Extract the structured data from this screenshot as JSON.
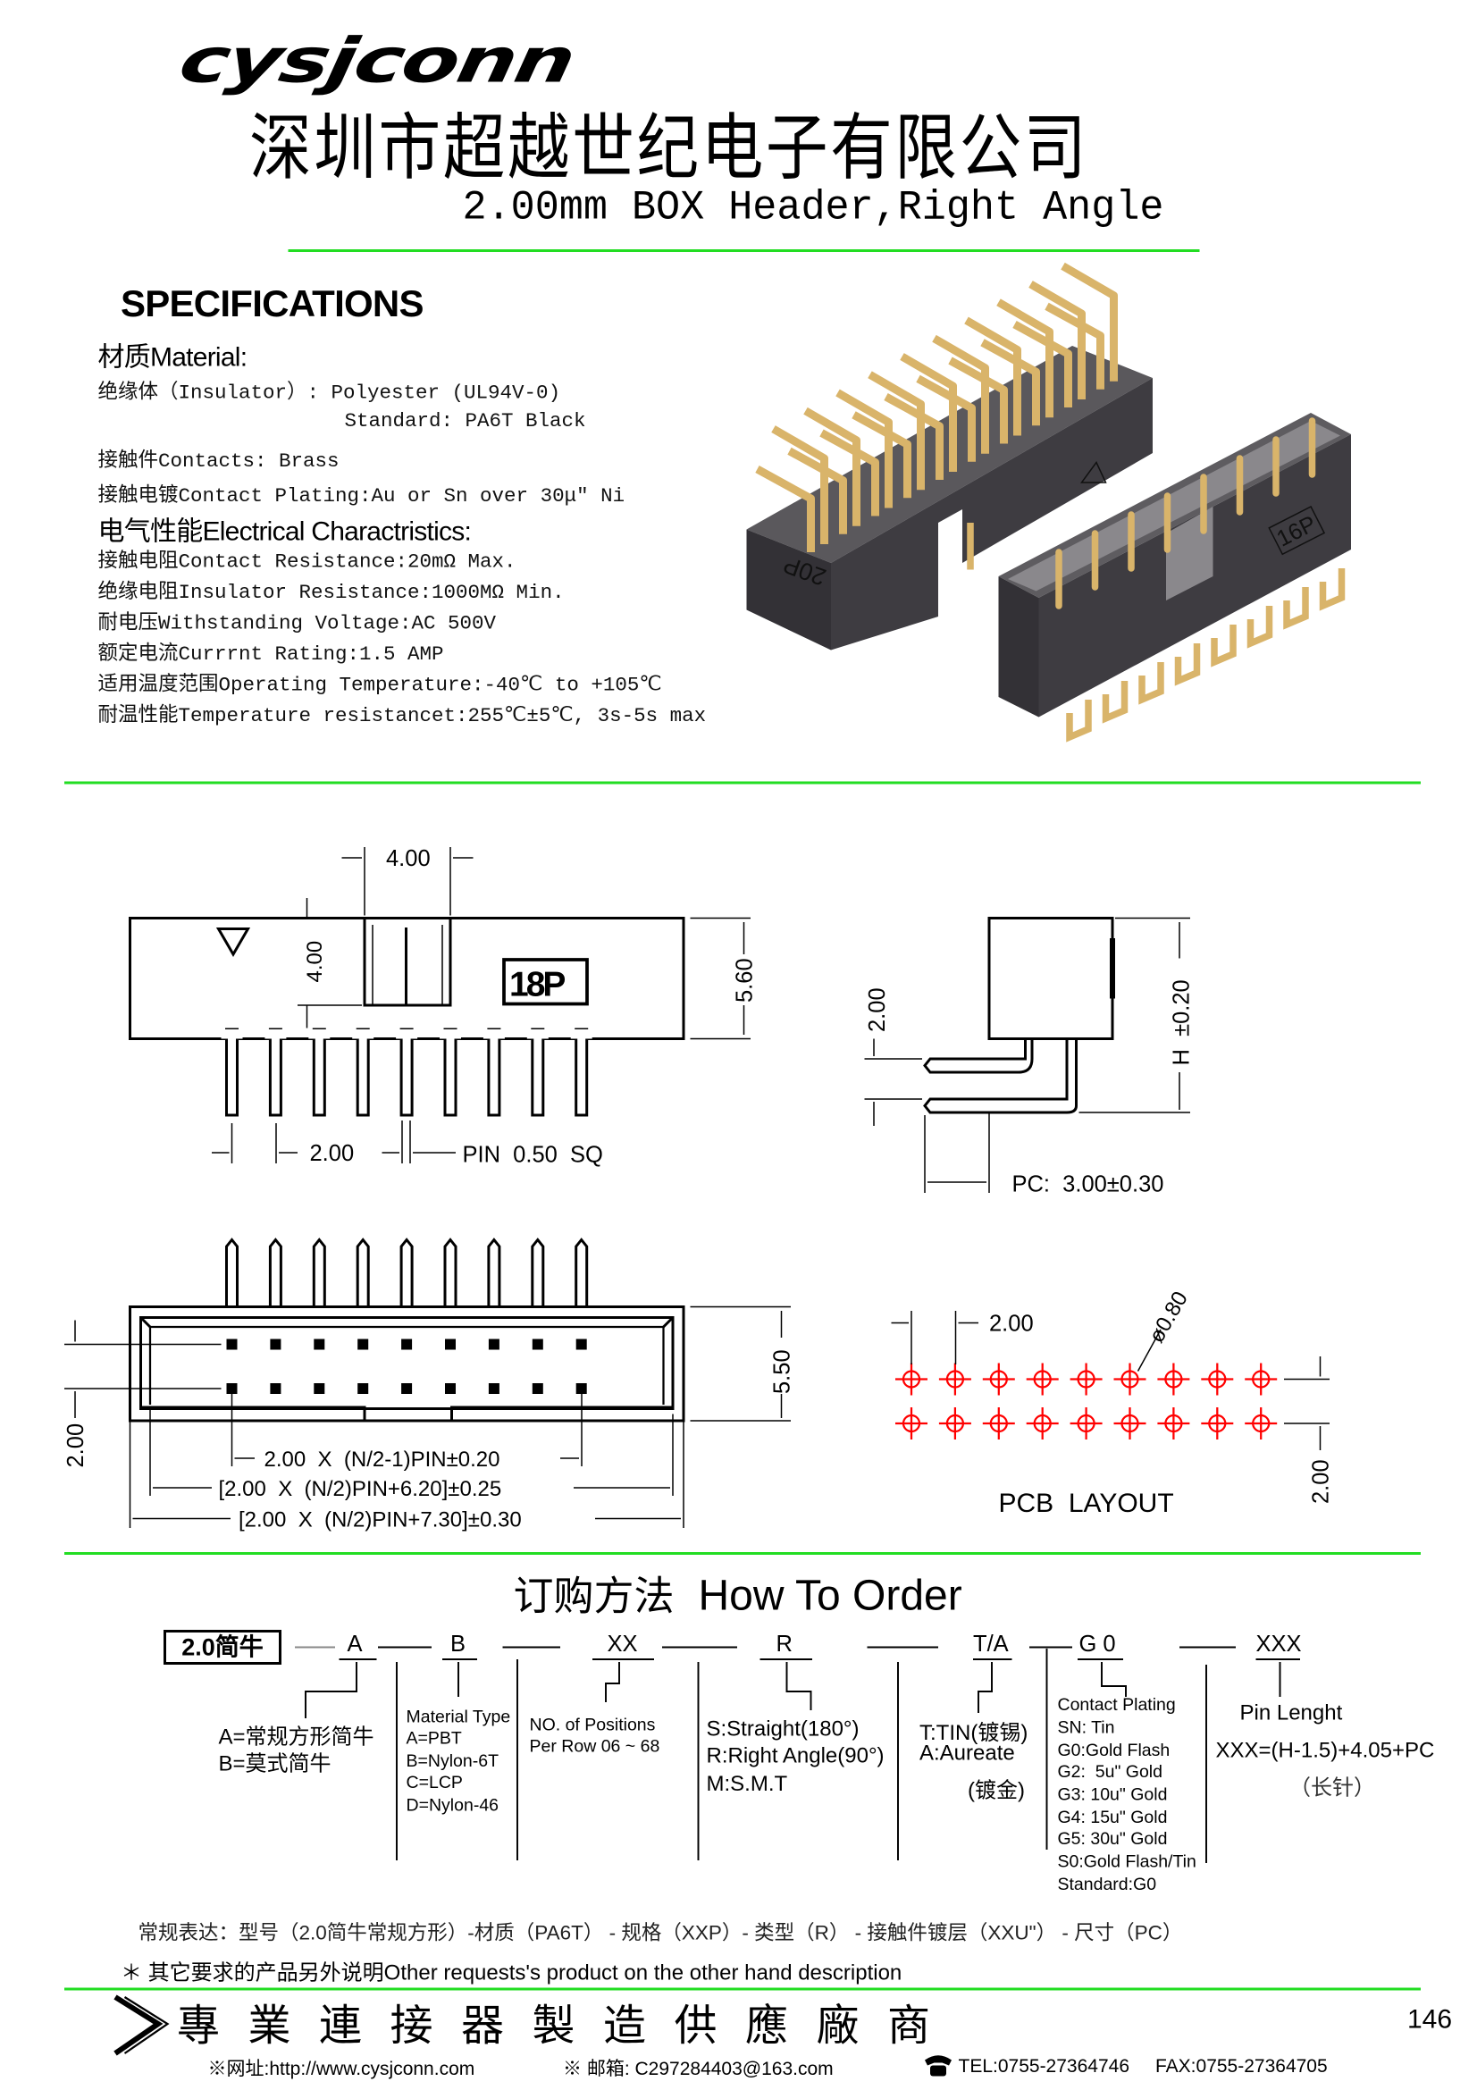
{
  "header": {
    "logo_text": "cysjconn",
    "company_cn": "深圳市超越世纪电子有限公司",
    "product_title": "2.00mm BOX Header,Right Angle"
  },
  "specs": {
    "heading": "SPECIFICATIONS",
    "material_heading": "材质Material:",
    "insulator": "绝缘体（Insulator）:  Polyester (UL94V-0)",
    "standard": "Standard: PA6T Black",
    "contacts": "接触件Contacts: Brass",
    "plating": "接触电镀Contact Plating:Au or Sn over 30μ″ Ni",
    "electrical_heading": "电气性能Electrical Charactristics:",
    "contact_resistance": "接触电阻Contact Resistance:20mΩ  Max.",
    "insulator_resistance": "绝缘电阻Insulator Resistance:1000MΩ  Min.",
    "voltage": "耐电压Withstanding Voltage:AC 500V",
    "current": "额定电流Currrnt Rating:1.5 AMP",
    "op_temp": "适用温度范围Operating Temperature:-40℃ to +105℃",
    "temp_resist": "耐温性能Temperature resistancet:255℃±5℃, 3s-5s max"
  },
  "product_photo": {
    "label_left": "20P",
    "label_right": "16P"
  },
  "drawing": {
    "top_slot_width": "4.00",
    "slot_depth": "4.00",
    "body_height": "5.60",
    "pin_count_label": "18P",
    "pin_pitch": "2.00",
    "pin_size": "PIN  0.50  SQ",
    "side_pitch": "2.00",
    "side_height": "H  ±0.20",
    "pc_dim": "PC:  3.00±0.30",
    "bottom_height": "5.50",
    "row_pitch": "2.00",
    "dim_a": "2.00  X  (N/2-1)PIN±0.20",
    "dim_b": "[2.00  X  (N/2)PIN+6.20]±0.25",
    "dim_c": "[2.00  X  (N/2)PIN+7.30]±0.30",
    "pcb_pitch": "2.00",
    "pcb_hole": "ø0.80",
    "pcb_row_pitch": "2.00",
    "pcb_title": "PCB  LAYOUT",
    "hole_color": "#ff0000"
  },
  "order": {
    "title_cn": "订购方法",
    "title_en": "How To Order",
    "code_box": "2.0简牛",
    "codes": [
      "A",
      "B",
      "XX",
      "R",
      "T/A",
      "G 0",
      "XXX"
    ],
    "type": [
      "A=常规方形简牛",
      "B=莫式简牛"
    ],
    "material": [
      "Material Type",
      "A=PBT",
      "B=Nylon-6T",
      "C=LCP",
      "D=Nylon-46"
    ],
    "positions": [
      "NO. of Positions",
      "Per Row  06 ~ 68"
    ],
    "angle": [
      "S:Straight(180°)",
      "R:Right Angle(90°)",
      "M:S.M.T"
    ],
    "tin": [
      "T:TIN(镀锡)",
      "A:Aureate",
      "(镀金)"
    ],
    "plating": [
      "Contact Plating",
      "SN: Tin",
      "G0:Gold Flash",
      "G2:  5u\" Gold",
      "G3: 10u\" Gold",
      "G4: 15u\" Gold",
      "G5: 30u\" Gold",
      "S0:Gold Flash/Tin",
      "Standard:G0"
    ],
    "pin": [
      "Pin Lenght",
      "XXX=(H-1.5)+4.05+PC",
      "（长针）"
    ],
    "expression": "常规表达：型号（2.0简牛常规方形）-材质（PA6T） - 规格（XXP）- 类型（R） - 接触件镀层（XXU\"） - 尺寸（PC）",
    "note": "＊ 其它要求的产品另外说明Other requests's product on the other hand description"
  },
  "footer": {
    "slogan": "專業連接器製造供應廠商",
    "page_number": "146",
    "website": "※网址:http://www.cysjconn.com",
    "email": "※ 邮箱:  C297284403@163.com",
    "tel": "TEL:0755-27364746",
    "fax": "FAX:0755-27364705"
  },
  "colors": {
    "divider": "#22dd22",
    "pin_gold": "#d9b46a",
    "body": "#3c3a3f"
  }
}
